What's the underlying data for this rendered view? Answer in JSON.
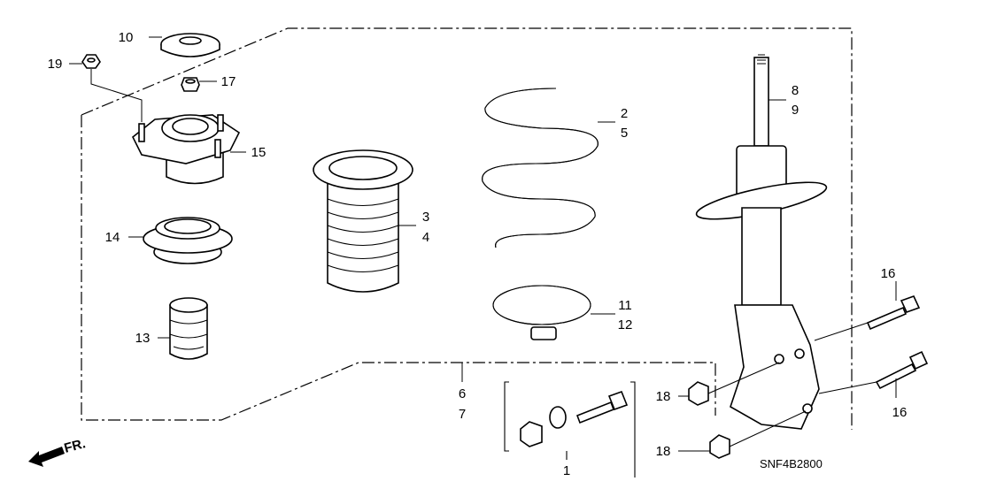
{
  "diagram": {
    "callouts": {
      "p10": "10",
      "p19": "19",
      "p17": "17",
      "p15": "15",
      "p14": "14",
      "p13": "13",
      "p3": "3",
      "p4": "4",
      "p2": "2",
      "p5": "5",
      "p11": "11",
      "p12": "12",
      "p8": "8",
      "p9": "9",
      "p16a": "16",
      "p16b": "16",
      "p18a": "18",
      "p18b": "18",
      "p6": "6",
      "p7": "7",
      "p1": "1"
    },
    "direction_label": "FR.",
    "diagram_code": "SNF4B2800"
  }
}
